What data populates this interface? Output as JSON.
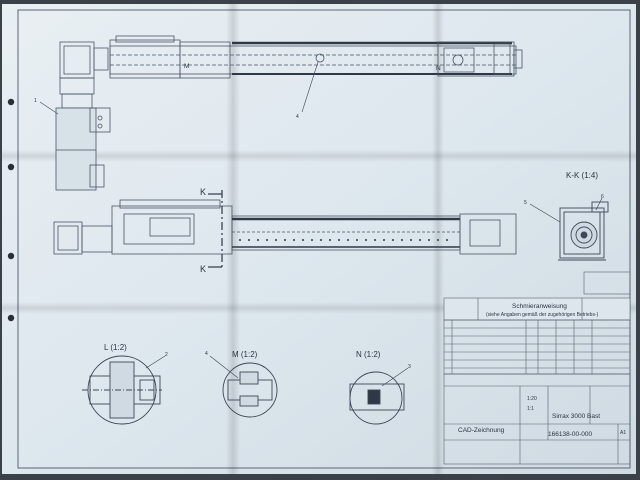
{
  "drawing": {
    "section_kk": "K-K (1:4)",
    "detail_l": "L (1:2)",
    "detail_m": "M (1:2)",
    "detail_n": "N (1:2)",
    "section_mark_top": "K",
    "section_mark_bottom": "K",
    "mark_m": "M",
    "mark_n": "N",
    "balloons": [
      "1",
      "2",
      "3",
      "4",
      "5",
      "6"
    ]
  },
  "title_block": {
    "lubrication_title": "Schmieranweisung",
    "lubrication_sub": "(siehe Angaben gemäß der zugehörigen Betriebs-)",
    "cad_label": "CAD-Zeichnung",
    "drawing_number": "166138-00-000",
    "product_name": "Sirrax 3000 Bast",
    "scale_1": "1:20",
    "scale_2": "1:1",
    "sheet": "A1"
  },
  "colors": {
    "paper": "#dfe8ee",
    "line": "#4a5566",
    "table_frame": "#56606e"
  }
}
